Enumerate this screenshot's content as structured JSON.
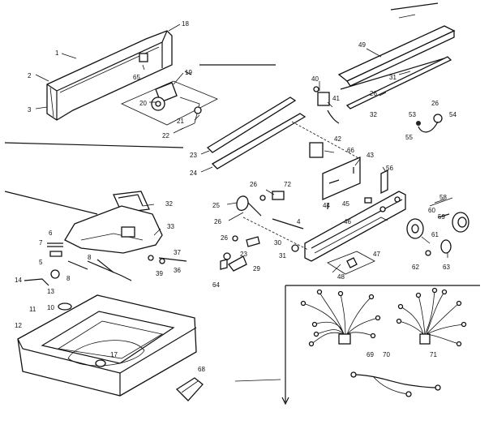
{
  "diagram": {
    "labels": [
      "1",
      "2",
      "3",
      "18",
      "19",
      "20",
      "21",
      "22",
      "23",
      "24",
      "65",
      "49",
      "31",
      "32",
      "26",
      "53",
      "26",
      "54",
      "55",
      "40",
      "41",
      "42",
      "66",
      "43",
      "56",
      "72",
      "26",
      "25",
      "26",
      "4",
      "44",
      "45",
      "46",
      "58",
      "59",
      "60",
      "61",
      "62",
      "63",
      "26",
      "30",
      "31",
      "23",
      "29",
      "64",
      "47",
      "48",
      "32",
      "33",
      "6",
      "7",
      "5",
      "8",
      "8",
      "37",
      "39",
      "36",
      "14",
      "13",
      "11",
      "10",
      "12",
      "17",
      "68",
      "69",
      "71",
      "70"
    ]
  }
}
